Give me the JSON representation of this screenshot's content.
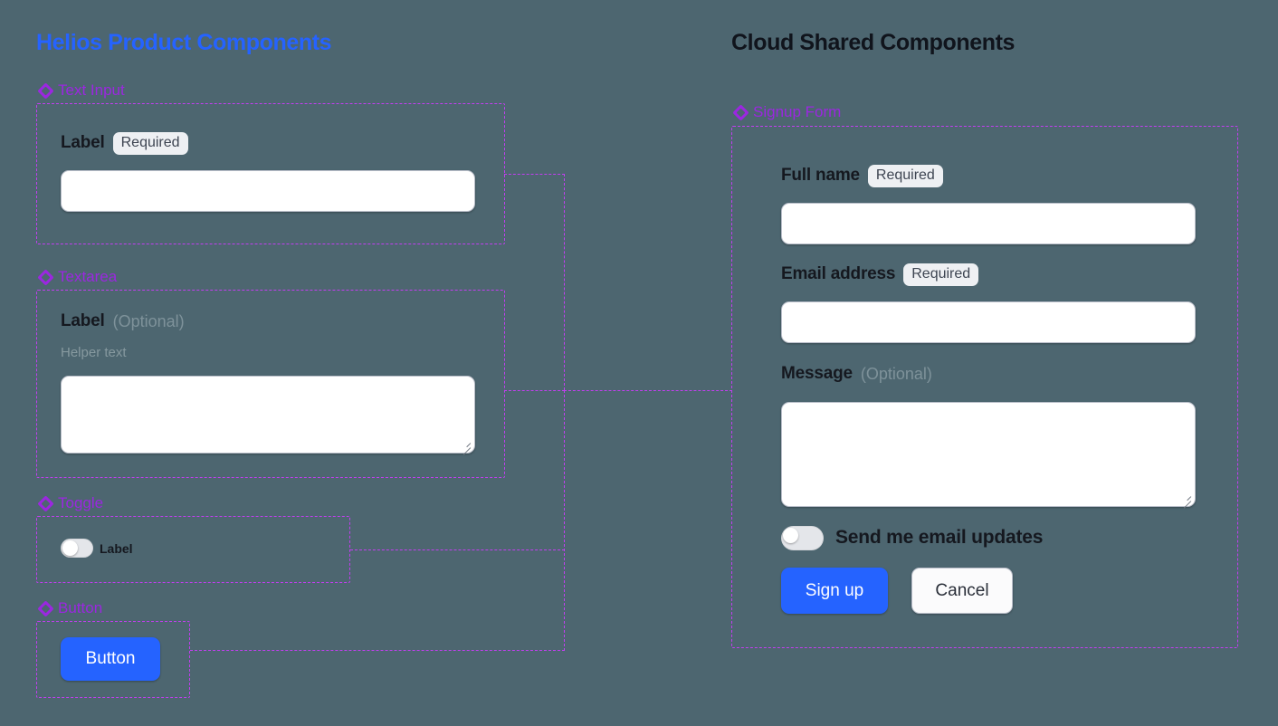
{
  "columns": {
    "left": {
      "title": "Helios Product Components",
      "color": "#2563ff"
    },
    "right": {
      "title": "Cloud Shared Components",
      "color": "#10141c"
    }
  },
  "accent": {
    "panel_border": "#c23ef0",
    "section_label": "#9b27e0",
    "primary": "#2563ff",
    "background": "#4d6670"
  },
  "left_sections": {
    "text_input": {
      "caption": "Text Input",
      "icon": "diamond-icon",
      "label": "Label",
      "badge": "Required",
      "value": "",
      "placeholder": ""
    },
    "textarea": {
      "caption": "Textarea",
      "icon": "diamond-icon",
      "label": "Label",
      "optional": "(Optional)",
      "helper": "Helper text",
      "value": "",
      "placeholder": ""
    },
    "toggle": {
      "caption": "Toggle",
      "icon": "diamond-icon",
      "label": "Label",
      "state": "off"
    },
    "button": {
      "caption": "Button",
      "icon": "diamond-icon",
      "label": "Button"
    }
  },
  "right_sections": {
    "signup_form": {
      "caption": "Signup Form",
      "icon": "diamond-icon",
      "fields": [
        {
          "label": "Full name",
          "badge": "Required",
          "value": "",
          "placeholder": ""
        },
        {
          "label": "Email address",
          "badge": "Required",
          "value": "",
          "placeholder": ""
        },
        {
          "label": "Message",
          "optional": "(Optional)",
          "value": "",
          "placeholder": ""
        }
      ],
      "toggle": {
        "label": "Send me email updates",
        "state": "off"
      },
      "actions": {
        "submit": "Sign up",
        "cancel": "Cancel"
      }
    }
  }
}
